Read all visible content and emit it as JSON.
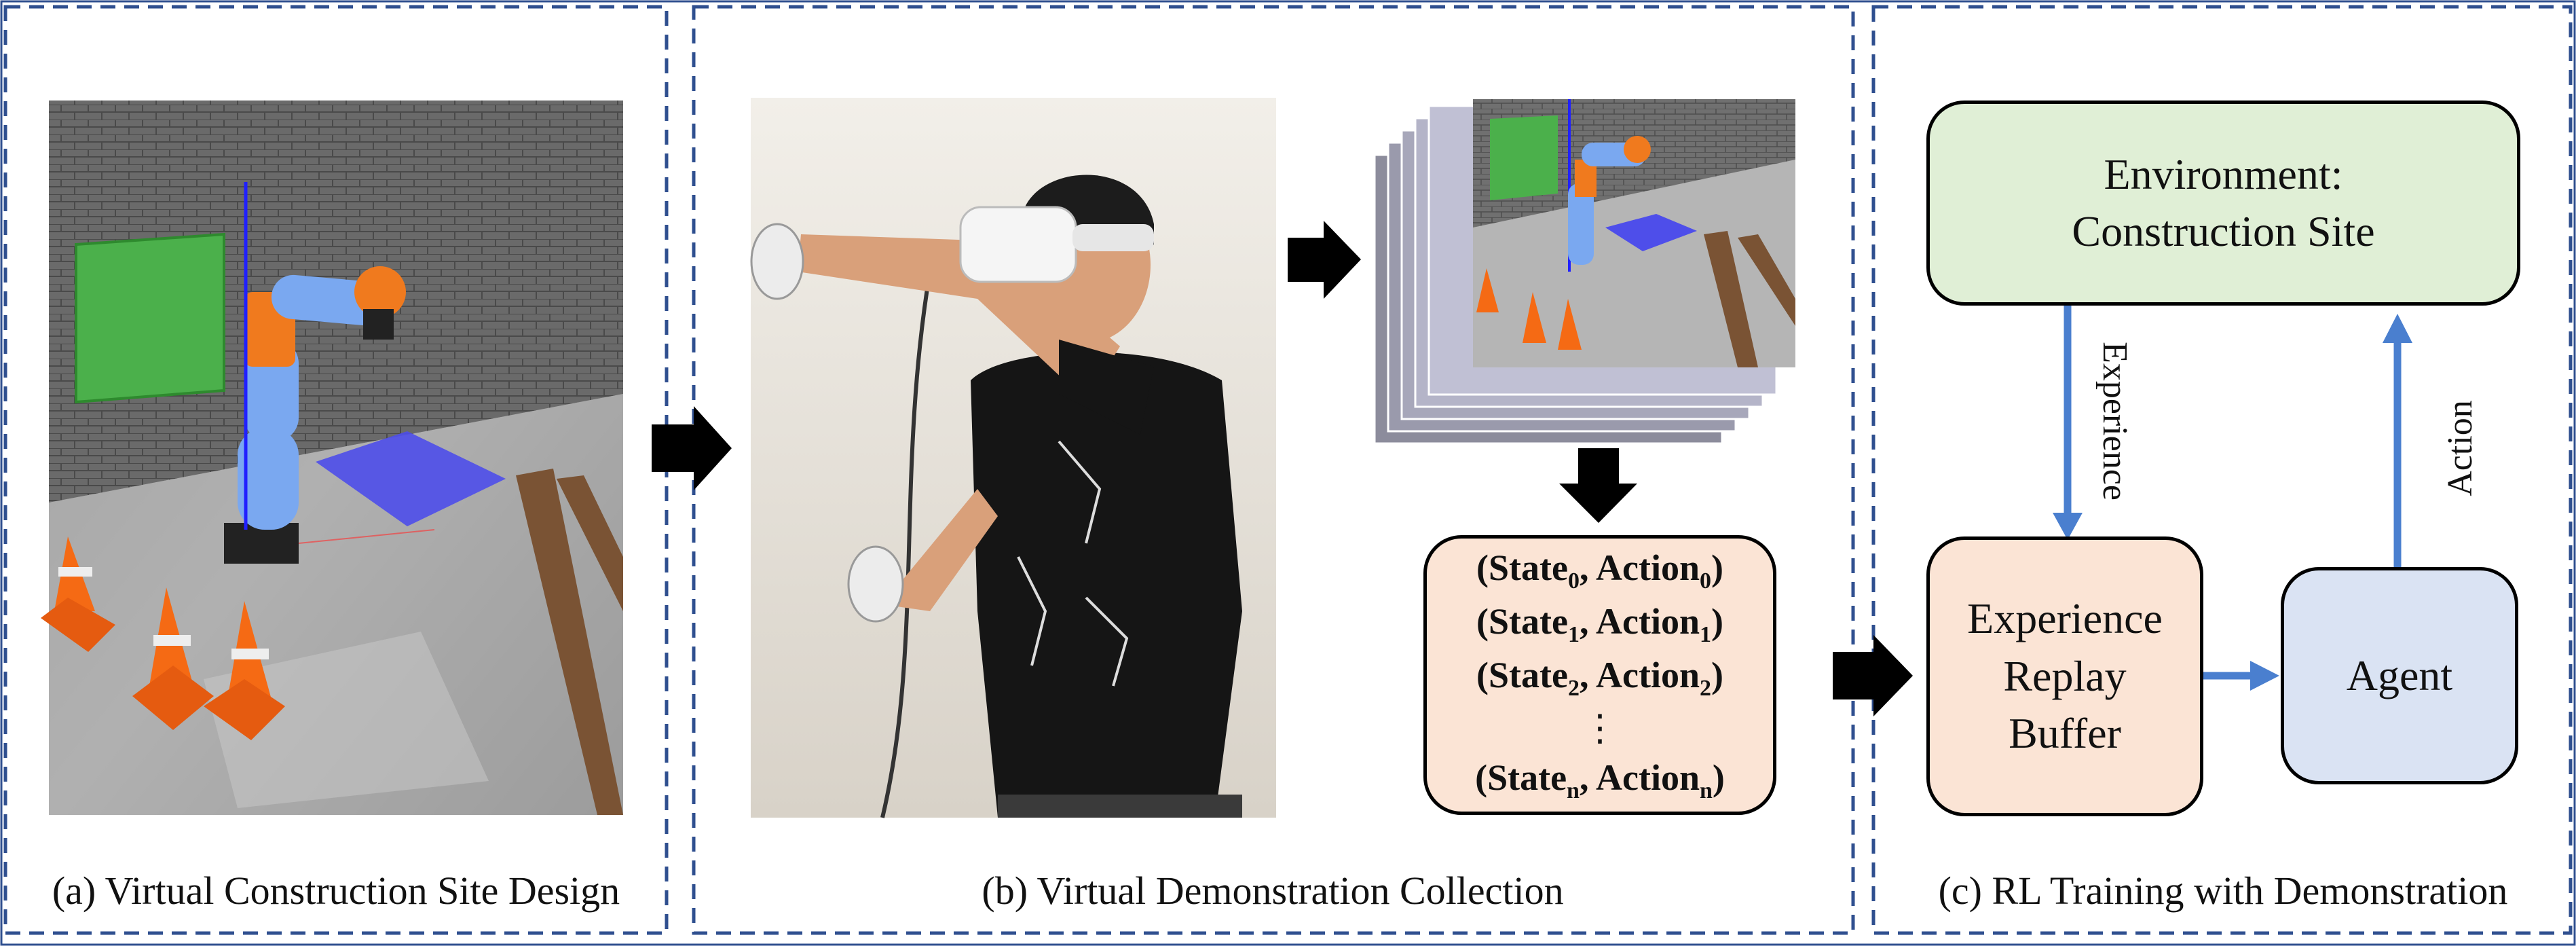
{
  "panels": {
    "a": {
      "caption": "(a) Virtual Construction Site Design"
    },
    "b": {
      "caption": "(b) Virtual Demonstration Collection"
    },
    "c": {
      "caption": "(c) RL Training with Demonstration"
    }
  },
  "pairs": [
    {
      "s": "State",
      "si": "0",
      "a": "Action",
      "ai": "0"
    },
    {
      "s": "State",
      "si": "1",
      "a": "Action",
      "ai": "1"
    },
    {
      "s": "State",
      "si": "2",
      "a": "Action",
      "ai": "2"
    },
    {
      "s": "State",
      "si": "n",
      "a": "Action",
      "ai": "n"
    }
  ],
  "ellipsis": "⋮",
  "rl": {
    "environment": "Environment:",
    "environment2": "Construction Site",
    "buffer1": "Experience",
    "buffer2": "Replay",
    "buffer3": "Buffer",
    "agent": "Agent",
    "experience_label": "Experience",
    "action_label": "Action"
  },
  "colors": {
    "frame": "#2f4f8f",
    "arrow_blue": "#4a7fcf",
    "env": "#e0efd6",
    "buffer": "#fbe4d5",
    "agent": "#dae3f3"
  }
}
